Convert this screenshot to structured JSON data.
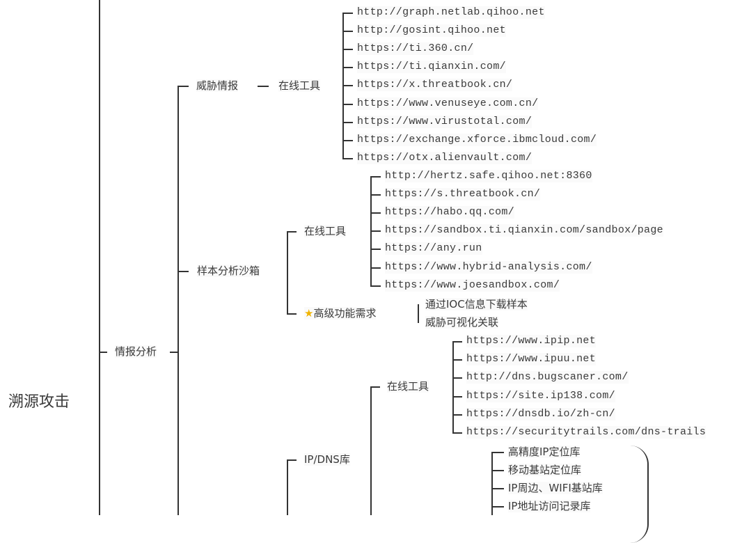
{
  "root": "溯源攻击",
  "branch": "情报分析",
  "threat_intel": {
    "label": "威胁情报",
    "tools_label": "在线工具",
    "urls": [
      "http://graph.netlab.qihoo.net",
      "http://gosint.qihoo.net",
      "https://ti.360.cn/",
      "https://ti.qianxin.com/",
      "https://x.threatbook.cn/",
      "https://www.venuseye.com.cn/",
      "https://www.virustotal.com/",
      "https://exchange.xforce.ibmcloud.com/",
      "https://otx.alienvault.com/"
    ]
  },
  "sandbox": {
    "label": "样本分析沙箱",
    "tools_label": "在线工具",
    "urls": [
      "http://hertz.safe.qihoo.net:8360",
      "https://s.threatbook.cn/",
      "https://habo.qq.com/",
      "https://sandbox.ti.qianxin.com/sandbox/page",
      "https://any.run",
      "https://www.hybrid-analysis.com/",
      "https://www.joesandbox.com/"
    ],
    "advanced_label": "高级功能需求",
    "advanced_items": [
      "通过IOC信息下载样本",
      "威胁可视化关联"
    ]
  },
  "ipdns": {
    "label": "IP/DNS库",
    "tools_label": "在线工具",
    "urls": [
      "https://www.ipip.net",
      "https://www.ipuu.net",
      "http://dns.bugscaner.com/",
      "https://site.ip138.com/",
      "https://dnsdb.io/zh-cn/",
      "https://securitytrails.com/dns-trails"
    ],
    "db_items": [
      "高精度IP定位库",
      "移动基站定位库",
      "IP周边、WIFI基站库",
      "IP地址访问记录库"
    ]
  }
}
